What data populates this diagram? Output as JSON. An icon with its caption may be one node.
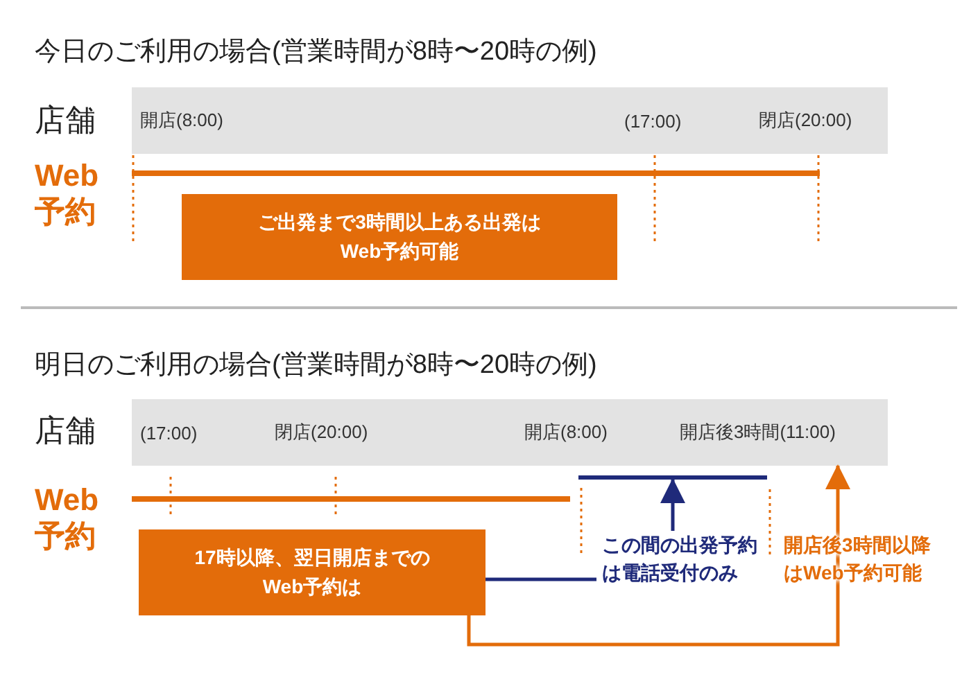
{
  "diagram": {
    "nodes": [
      {
        "text": [
          "ご出発まで3時間以上ある出発はWeb予約可能"
        ]
      },
      {
        "text": [
          "17時以降、翌日開店までのWeb予約は"
        ]
      },
      {
        "text": [
          "この間の出発予約は電話受付のみ"
        ]
      },
      {
        "text": [],
        "shape": "bar"
      },
      {
        "text": [
          "開店後3時間(11:00)"
        ]
      }
    ],
    "edges": [
      {
        "from": 1,
        "to": 2,
        "arrow": "none"
      },
      {
        "from": 2,
        "to": 3,
        "arrow": "to"
      },
      {
        "from": 1,
        "to": 4,
        "arrow": "to",
        "color": "#e36c0a",
        "label": "開店後3時間以降はWeb予約可能"
      }
    ],
    "labels": [
      "今日のご利用の場合(営業時間が8時〜20時の例)",
      "店舗",
      "開店(8:00)",
      "(17:00)",
      "閉店(20:00)",
      "Web予約",
      "明日のご利用の場合(営業時間が8時〜20時の例)",
      "店舗",
      "(17:00)",
      "閉店(20:00)",
      "開店(8:00)",
      "Web予約"
    ]
  }
}
